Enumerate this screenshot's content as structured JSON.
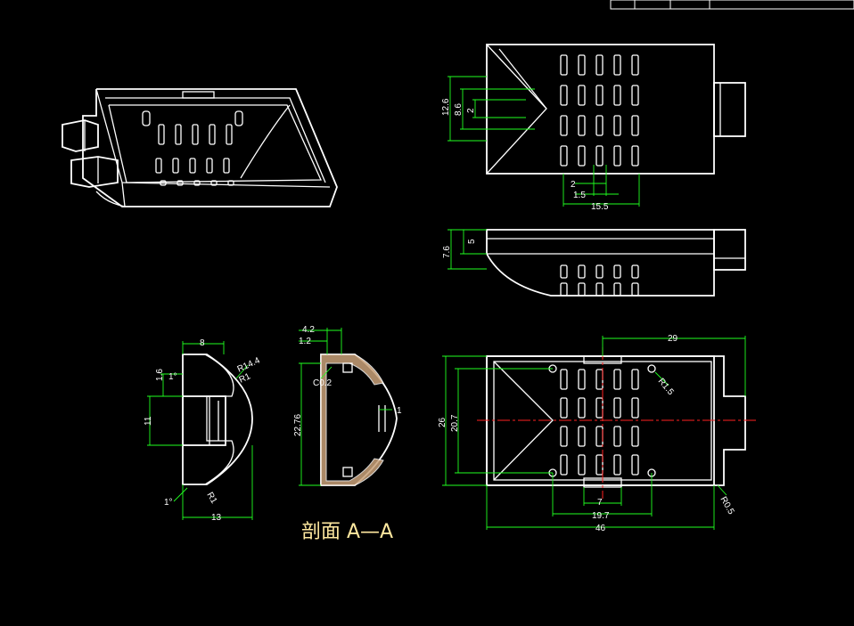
{
  "dims": {
    "top_12_6": "12.6",
    "top_8_6": "8.6",
    "top_2_v": "2",
    "top_2_h": "2",
    "top_1_5": "1.5",
    "top_15_5": "15.5",
    "side_7_6": "7.6",
    "side_5": "5",
    "sec_8": "8",
    "sec_1_6": "1.6",
    "sec_1deg_a": "1°",
    "sec_r14_4": "R14.4",
    "sec_r1_a": "R1",
    "sec_11": "11",
    "sec_1deg_b": "1°",
    "sec_r1_b": "R1",
    "sec_13": "13",
    "aa_4_2": "4.2",
    "aa_1_2": "1.2",
    "aa_c0_2": "C0.2",
    "aa_22_76": "22.76",
    "aa_1": "1",
    "bot_29": "29",
    "bot_r1_5": "R1.5",
    "bot_26": "26",
    "bot_20_7": "20.7",
    "bot_7": "7",
    "bot_19_7": "19.7",
    "bot_r0_5": "R0.5",
    "bot_46": "46"
  },
  "caption": "剖面 A—A",
  "colors": {
    "outline": "#ffffff",
    "dimension": "#20ff20",
    "centerline": "#ff2020",
    "caption": "#ffe9a0"
  }
}
